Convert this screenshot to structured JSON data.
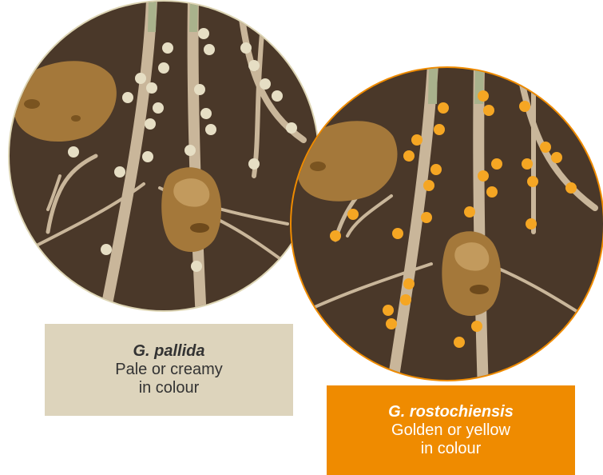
{
  "colors": {
    "soil": "#4a3829",
    "root": "#c9b69a",
    "pale_cyst": "#e6dec4",
    "golden_cyst": "#f5a623",
    "pallida_ring": "#ddd5b4",
    "rosto_ring": "#ef8b00",
    "pallida_box": "#ddd4bc",
    "rosto_box": "#ef8b00",
    "potato": "#a4783a"
  },
  "icons": [
    "potato-tuber-icon",
    "potato-root-icon",
    "cyst-dot-icon"
  ],
  "pallida": {
    "species": "G. pallida",
    "line1": "Pale or creamy",
    "line2": "in colour"
  },
  "rostochiensis": {
    "species": "G. rostochiensis",
    "line1": "Golden or yellow",
    "line2": "in colour"
  }
}
